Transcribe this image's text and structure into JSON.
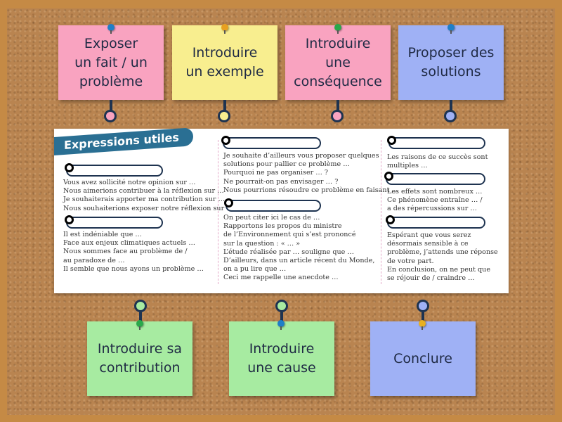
{
  "top_cards": [
    {
      "label": "Exposer un fait / un problème",
      "lines": [
        "Exposer",
        "un fait / un",
        "problème"
      ],
      "color": "pink",
      "pin_color": "#1f7fc8"
    },
    {
      "label": "Introduire un exemple",
      "lines": [
        "Introduire",
        "un exemple"
      ],
      "color": "yellow",
      "pin_color": "#e8a020"
    },
    {
      "label": "Introduire une conséquence",
      "lines": [
        "Introduire",
        "une",
        "conséquence"
      ],
      "color": "pink",
      "pin_color": "#2aa84a"
    },
    {
      "label": "Proposer des solutions",
      "lines": [
        "Proposer des",
        "solutions"
      ],
      "color": "blue",
      "pin_color": "#1f7fc8"
    }
  ],
  "bottom_cards": [
    {
      "label": "Introduire sa contribution",
      "lines": [
        "Introduire sa",
        "contribution"
      ],
      "color": "green",
      "pin_color": "#2aa84a"
    },
    {
      "label": "Introduire une cause",
      "lines": [
        "Introduire",
        "une cause"
      ],
      "color": "green",
      "pin_color": "#1f7fc8"
    },
    {
      "label": "Conclure",
      "lines": [
        "Conclure"
      ],
      "color": "blue",
      "pin_color": "#e8b020"
    }
  ],
  "knob_colors": {
    "top": [
      "#f9a3c0",
      "#f8ee8f",
      "#f9a3c0",
      "#9fb1f5"
    ],
    "bottom": [
      "#a7eba1",
      "#a7eba1",
      "#9fb1f5"
    ]
  },
  "document": {
    "title": "Expressions utiles",
    "col1": {
      "group1": [
        "Vous avez sollicité notre opinion sur …",
        "Nous aimerions contribuer à la réflexion sur …",
        "Je souhaiterais apporter ma contribution sur …",
        "Nous souhaiterions exposer notre réflexion sur …"
      ],
      "group2": [
        "Il est indéniable que …",
        "Face aux enjeux climatiques actuels …",
        "Nous sommes face au problème de /",
        "au paradoxe de …",
        "Il semble que nous ayons un problème …"
      ]
    },
    "col2": {
      "group1": [
        "Je souhaite d’ailleurs vous proposer quelques",
        "solutions pour pallier ce problème …",
        "Pourquoi ne pas organiser … ?",
        "Ne pourrait-on pas envisager … ?",
        "Nous pourrions résoudre ce problème en faisant …"
      ],
      "group2": [
        "On peut citer ici le cas de …",
        "Rapportons les propos du ministre",
        "de l’Environnement qui s’est prononcé",
        "sur la question : « … »",
        "L’étude réalisée par … souligne que …",
        "D’ailleurs, dans un article récent du Monde,",
        "on a pu lire que …",
        "Ceci me rappelle une anecdote …"
      ]
    },
    "col3": {
      "group1": [
        "Les raisons de ce succès sont",
        "multiples …"
      ],
      "group2": [
        "Les effets sont nombreux …",
        "Ce phénomène entraîne … /",
        "a des répercussions sur …"
      ],
      "group3": [
        "Espérant que vous serez",
        "désormais sensible à ce",
        "problème, j’attends une réponse",
        "de votre part.",
        "En conclusion, on ne peut que",
        "se réjouir de / craindre …"
      ]
    }
  }
}
